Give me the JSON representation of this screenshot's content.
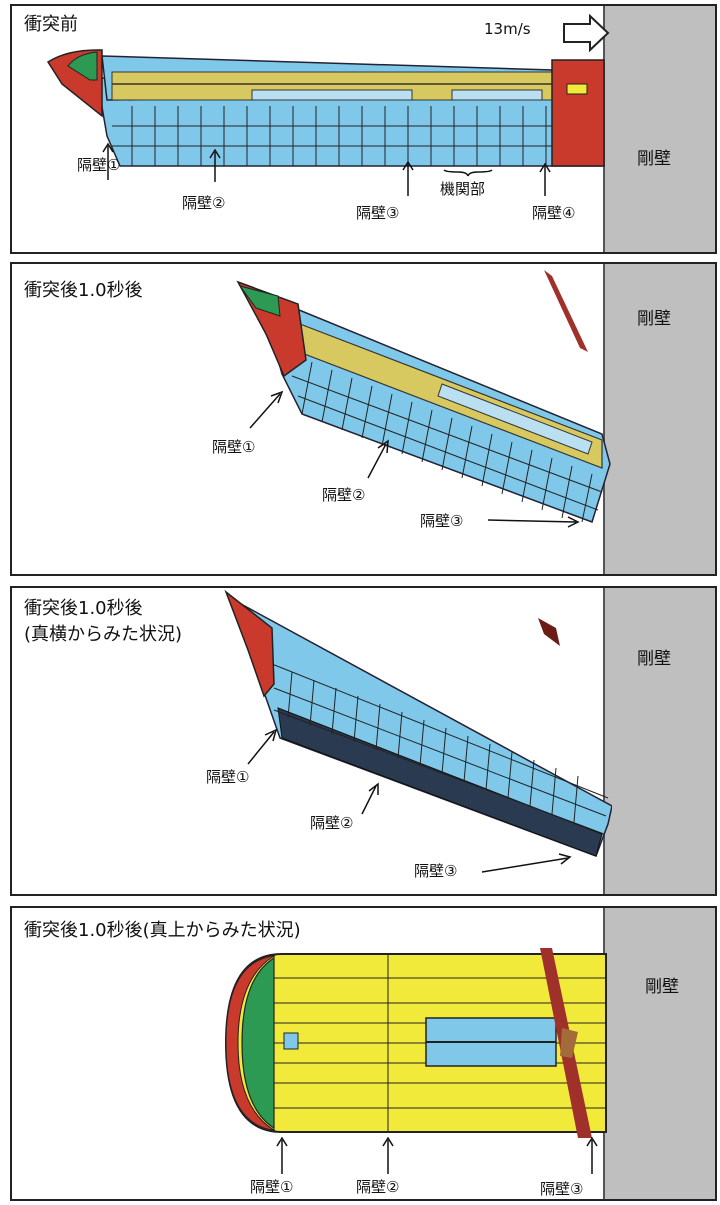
{
  "panels": [
    {
      "title": "衝突前",
      "wall": "剛壁",
      "speed": "13m/s",
      "labels": [
        "隔壁①",
        "隔壁②",
        "隔壁③",
        "隔壁④",
        "機関部"
      ]
    },
    {
      "title": "衝突後1.0秒後",
      "wall": "剛壁",
      "labels": [
        "隔壁①",
        "隔壁②",
        "隔壁③"
      ]
    },
    {
      "title": "衝突後1.0秒後\n(真横からみた状況)",
      "wall": "剛壁",
      "labels": [
        "隔壁①",
        "隔壁②",
        "隔壁③"
      ]
    },
    {
      "title": "衝突後1.0秒後(真上からみた状況)",
      "wall": "剛壁",
      "labels": [
        "隔壁①",
        "隔壁②",
        "隔壁③"
      ]
    }
  ],
  "colors": {
    "hull": "#7fc8ea",
    "deck": "#f2ea3a",
    "bow": "#c93a2c",
    "bow_green": "#2c9a52",
    "wall": "#bfbfbf"
  }
}
